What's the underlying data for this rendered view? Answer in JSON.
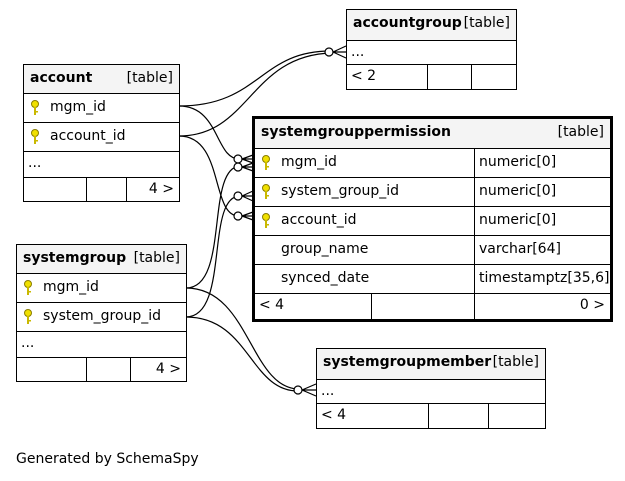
{
  "tables": {
    "accountgroup": {
      "name": "accountgroup",
      "kind": "[table]",
      "rows": [
        "..."
      ],
      "footer_left": "< 2",
      "footer_right": ""
    },
    "account": {
      "name": "account",
      "kind": "[table]",
      "columns": [
        "mgm_id",
        "account_id"
      ],
      "more": "...",
      "footer_left": "",
      "footer_right": "4 >"
    },
    "systemgrouppermission": {
      "name": "systemgrouppermission",
      "kind": "[table]",
      "columns": [
        {
          "name": "mgm_id",
          "type": "numeric[0]",
          "key": true
        },
        {
          "name": "system_group_id",
          "type": "numeric[0]",
          "key": true
        },
        {
          "name": "account_id",
          "type": "numeric[0]",
          "key": true
        },
        {
          "name": "group_name",
          "type": "varchar[64]",
          "key": false
        },
        {
          "name": "synced_date",
          "type": "timestamptz[35,6]",
          "key": false
        }
      ],
      "footer_left": "< 4",
      "footer_right": "0 >"
    },
    "systemgroup": {
      "name": "systemgroup",
      "kind": "[table]",
      "columns": [
        "mgm_id",
        "system_group_id"
      ],
      "more": "...",
      "footer_left": "",
      "footer_right": "4 >"
    },
    "systemgroupmember": {
      "name": "systemgroupmember",
      "kind": "[table]",
      "rows": [
        "..."
      ],
      "footer_left": "< 4",
      "footer_right": ""
    }
  },
  "footer_text": "Generated by SchemaSpy",
  "icons": {
    "primary_key": "key-icon"
  },
  "colors": {
    "key": "#f0e000",
    "header_bg": "#f4f4f4"
  }
}
